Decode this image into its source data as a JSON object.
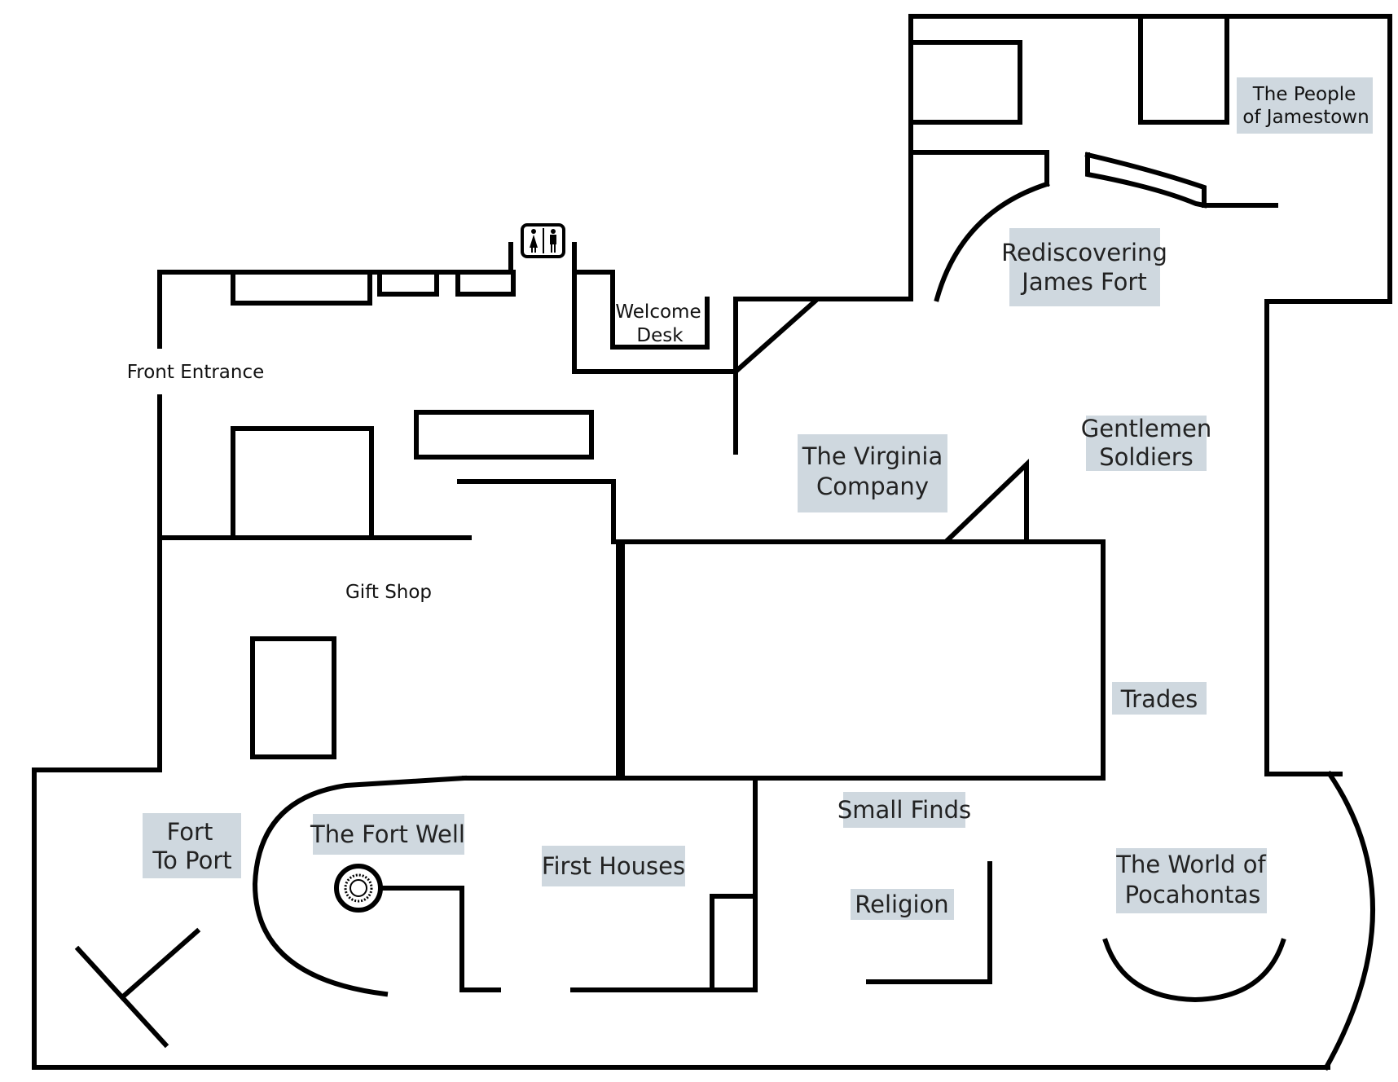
{
  "map": {
    "exhibits": {
      "people_of_jamestown": [
        "The People",
        "of Jamestown"
      ],
      "rediscovering_james_fort": [
        "Rediscovering",
        "James Fort"
      ],
      "gentlemen_soldiers": [
        "Gentlemen",
        "Soldiers"
      ],
      "virginia_company": [
        "The Virginia",
        "Company"
      ],
      "trades": [
        "Trades"
      ],
      "small_finds": [
        "Small Finds"
      ],
      "religion": [
        "Religion"
      ],
      "world_of_pocahontas": [
        "The World of",
        "Pocahontas"
      ],
      "first_houses": [
        "First Houses"
      ],
      "fort_well": [
        "The Fort Well"
      ],
      "fort_to_port": [
        "Fort",
        "To Port"
      ]
    },
    "areas": {
      "front_entrance": "Front Entrance",
      "gift_shop": "Gift Shop",
      "welcome_desk": [
        "Welcome",
        "Desk"
      ]
    },
    "icons": {
      "restroom": "restroom-icon",
      "well": "well-icon"
    },
    "colors": {
      "label_background": "#cfd8df",
      "walls": "#000000"
    }
  }
}
